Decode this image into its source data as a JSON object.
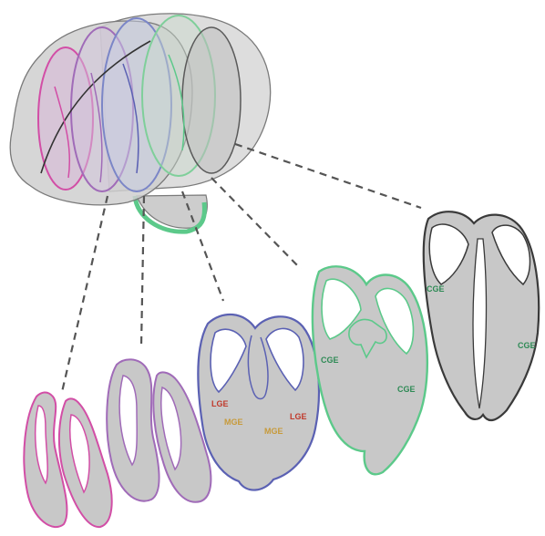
{
  "colors": {
    "background": "#ffffff",
    "brain_fill": "#d2d2d2",
    "brain_outline": "#7a7a7a",
    "tissue_fill": "#c8c8c8",
    "pink": "#d24ea6",
    "purple": "#a06bb8",
    "blue": "#5b61b3",
    "green": "#5cc98a",
    "dark": "#3a3a3a",
    "label_red": "#c0392b",
    "label_orange": "#c79a3a",
    "label_green": "#2e8a55",
    "dash": "#555555"
  },
  "sections": [
    {
      "id": "section-1",
      "outline_color": "pink",
      "labels": []
    },
    {
      "id": "section-2",
      "outline_color": "purple",
      "labels": []
    },
    {
      "id": "section-3",
      "outline_color": "blue",
      "labels": [
        "LGE",
        "MGE",
        "MGE",
        "LGE"
      ]
    },
    {
      "id": "section-4",
      "outline_color": "green",
      "labels": [
        "CGE",
        "CGE"
      ]
    },
    {
      "id": "section-5",
      "outline_color": "dark",
      "labels": [
        "CGE",
        "CGE"
      ]
    }
  ]
}
